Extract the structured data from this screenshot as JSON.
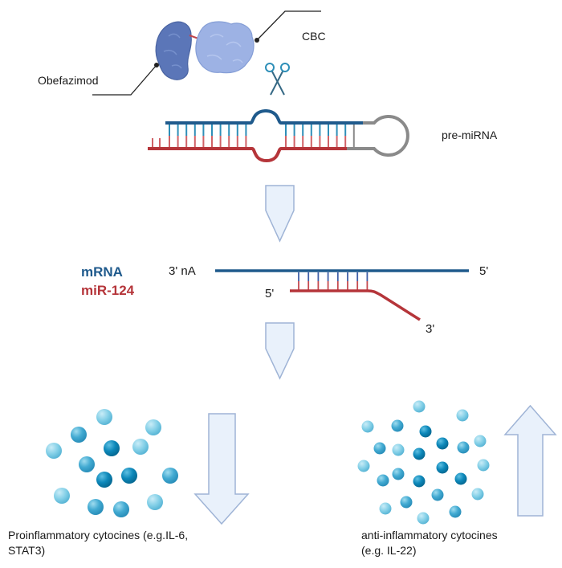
{
  "labels": {
    "cbc": "CBC",
    "obefazimod": "Obefazimod",
    "pre_mirna": "pre-miRNA",
    "mrna": "mRNA",
    "mir124": "miR-124",
    "mrna_3prime": "3' nA",
    "mrna_5prime": "5'",
    "mir_5prime": "5'",
    "mir_3prime": "3'",
    "proinflammatory_line1": "Proinflammatory cytocines (e.g.IL-6,",
    "proinflammatory_line2": "STAT3)",
    "antiinflammatory_line1": "anti-inflammatory cytocines",
    "antiinflammatory_line2": "(e.g. IL-22)"
  },
  "effects": {
    "proinflammatory": "decrease",
    "antiinflammatory": "increase"
  },
  "icons": {
    "scissors": "scissors-icon",
    "down_arrow": "down-arrow-icon",
    "up_arrow": "up-arrow-icon"
  },
  "colors": {
    "mrna_blue": "#1f5a8c",
    "mir_red": "#b5353a",
    "loop_gray": "#8a8a8a",
    "protein_dark": "#5b76b8",
    "protein_light": "#9db2e4",
    "arrow_fill": "#e9f1fb",
    "arrow_stroke": "#9fb4d6",
    "cytokine_light": "#7fcde6",
    "cytokine_mid": "#3ea9d0",
    "cytokine_dark": "#0b86b8"
  }
}
